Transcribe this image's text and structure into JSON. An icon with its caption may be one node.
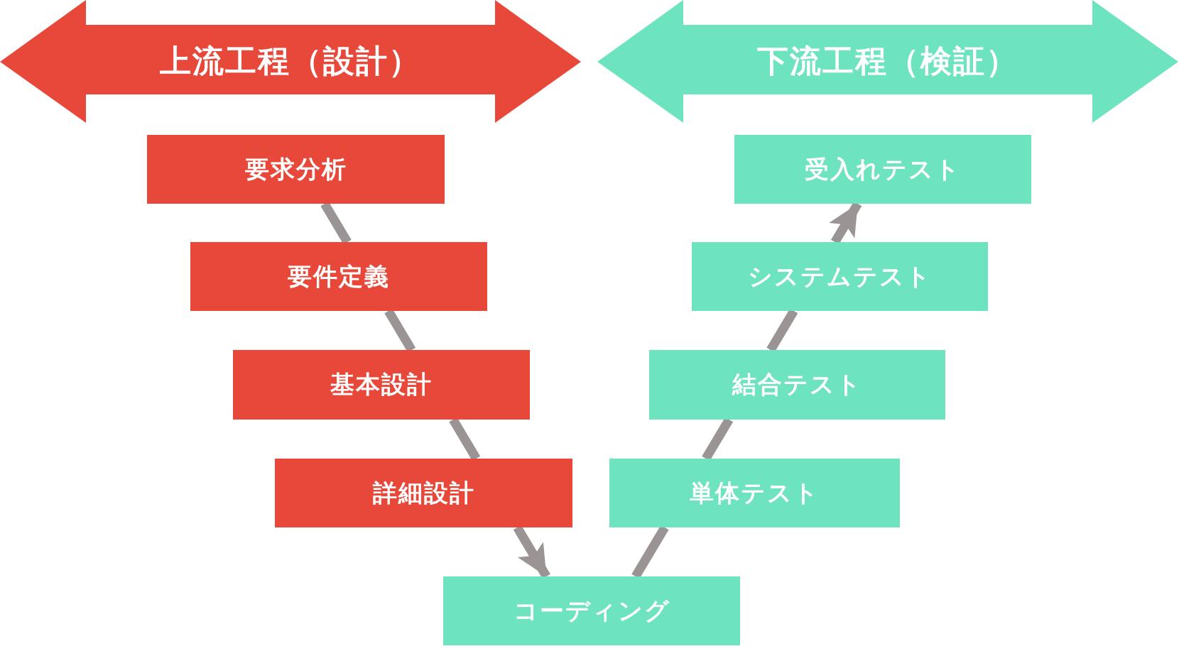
{
  "diagram": {
    "nodes": [
      {
        "text": [
          "上流工程（設計）"
        ]
      },
      {
        "text": [
          "下流工程（検証）"
        ]
      },
      {
        "text": [
          "要求分析"
        ]
      },
      {
        "text": [
          "要件定義"
        ]
      },
      {
        "text": [
          "基本設計"
        ]
      },
      {
        "text": [
          "詳細設計"
        ]
      },
      {
        "text": [
          "受入れテスト"
        ]
      },
      {
        "text": [
          "システムテスト"
        ]
      },
      {
        "text": [
          "結合テスト"
        ]
      },
      {
        "text": [
          "単体テスト"
        ]
      },
      {
        "text": [
          "コーディング"
        ]
      }
    ],
    "edges": [
      {
        "from": 2,
        "to": 3,
        "arrow": "none"
      },
      {
        "from": 3,
        "to": 4,
        "arrow": "none"
      },
      {
        "from": 4,
        "to": 5,
        "arrow": "none"
      },
      {
        "from": 5,
        "to": 10,
        "arrow": "to"
      },
      {
        "from": 10,
        "to": 9,
        "arrow": "none"
      },
      {
        "from": 9,
        "to": 8,
        "arrow": "none"
      },
      {
        "from": 8,
        "to": 7,
        "arrow": "none"
      },
      {
        "from": 7,
        "to": 6,
        "arrow": "to"
      }
    ]
  }
}
